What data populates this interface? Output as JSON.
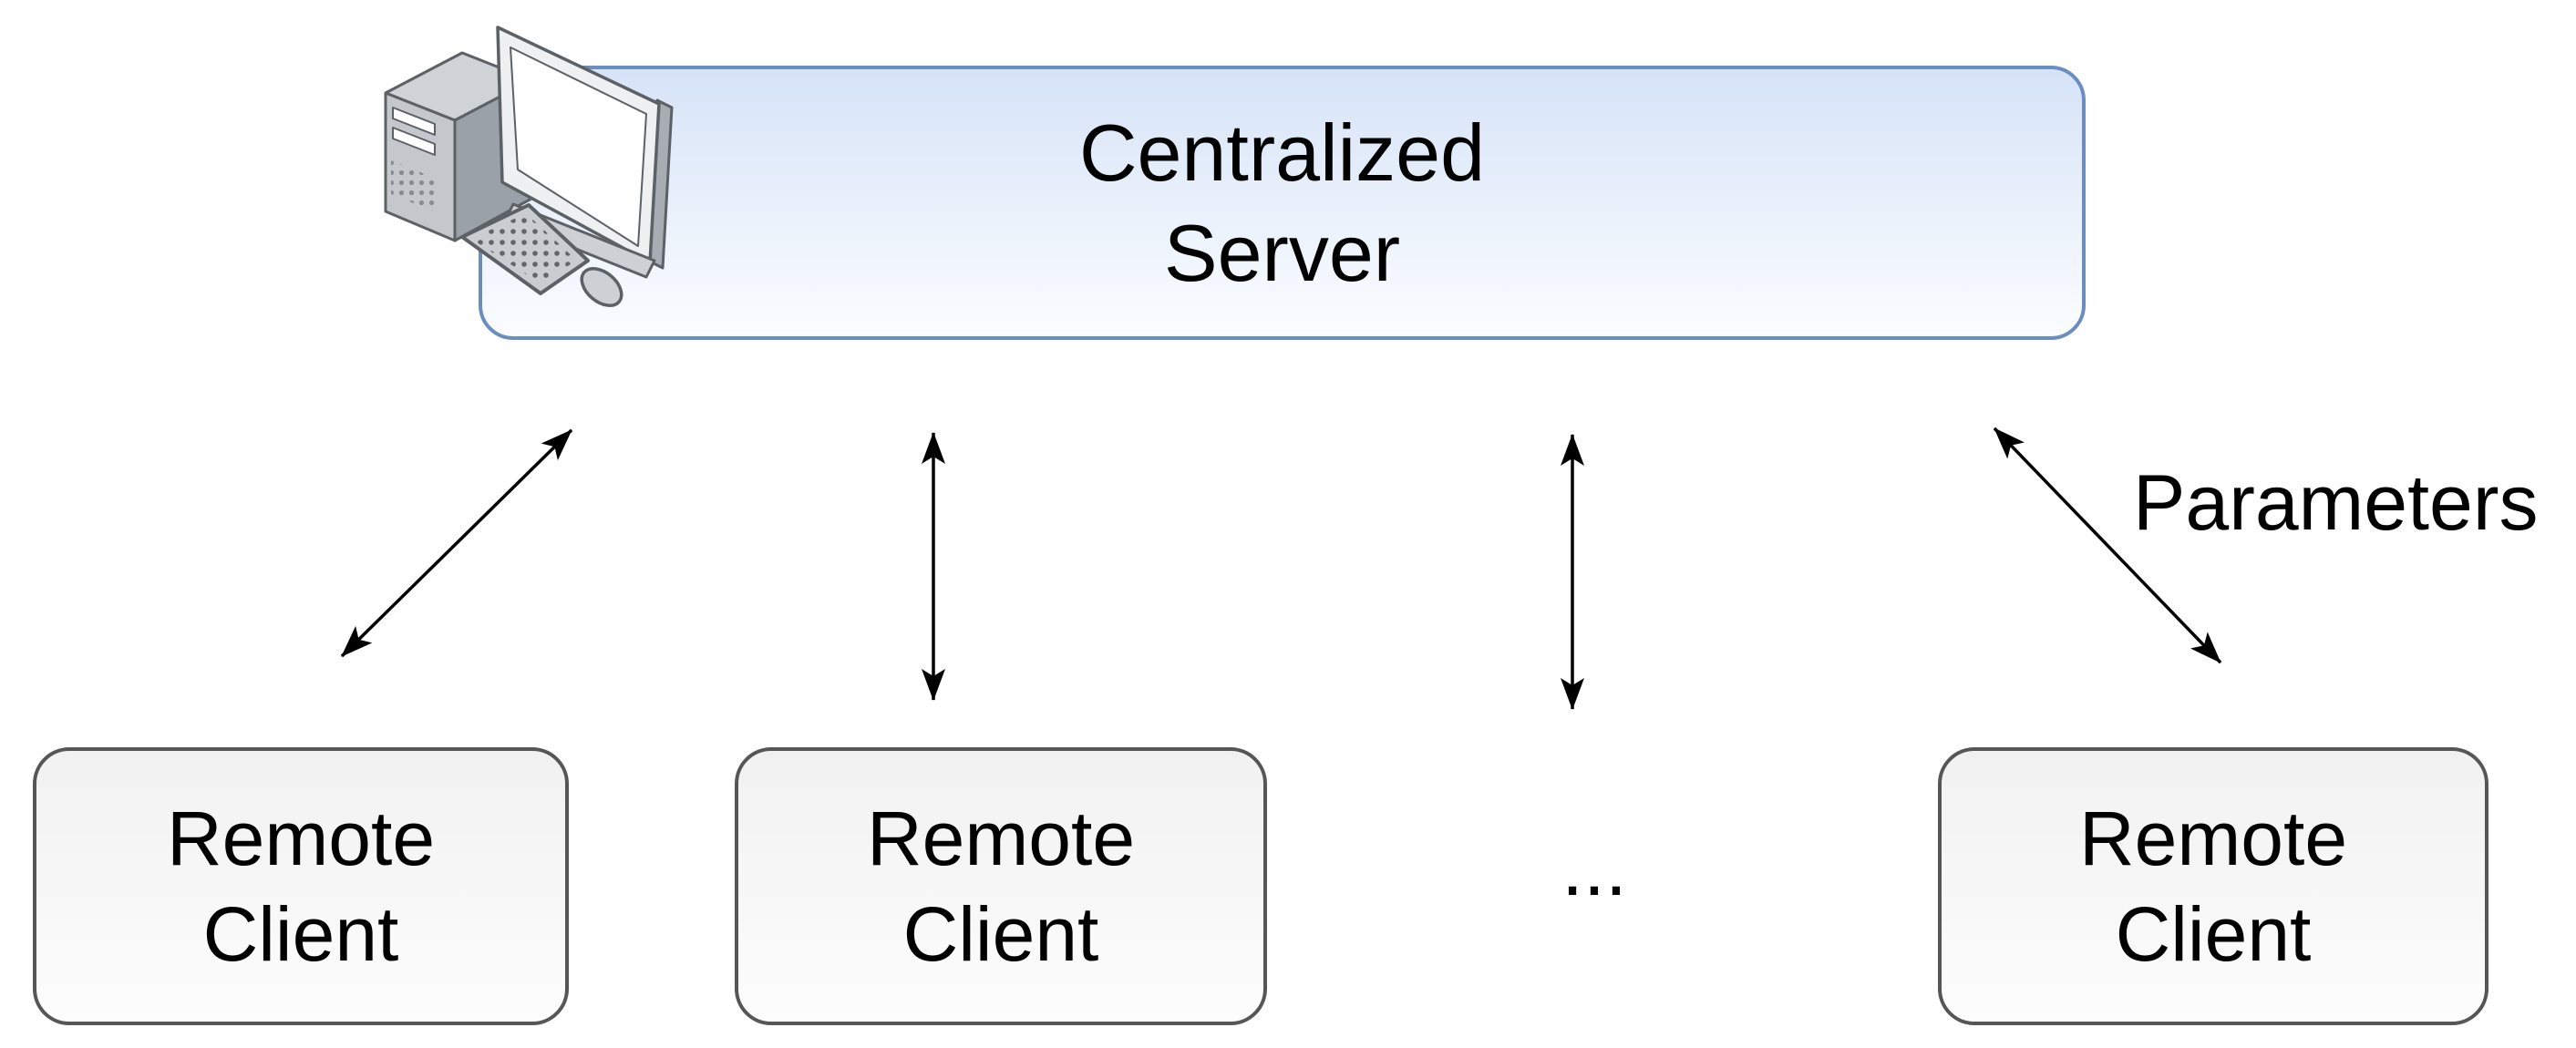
{
  "diagram": {
    "server": {
      "label": "Centralized\nServer"
    },
    "clients": [
      {
        "label": "Remote\nClient"
      },
      {
        "label": "Remote\nClient"
      },
      {
        "label": "Remote\nClient"
      }
    ],
    "ellipsis": "...",
    "edge_label": "Parameters",
    "icons": {
      "server_icon": "desktop-computer-icon"
    }
  },
  "colors": {
    "server_border": "#6c8ebf",
    "server_fill_top": "#d6e3f7",
    "server_fill_bottom": "#fbfdff",
    "client_border": "#565656",
    "client_fill_top": "#f1f1f2",
    "client_fill_bottom": "#fdfdfd",
    "text_color": "#000000",
    "arrow_color": "#000000",
    "background": "#ffffff"
  }
}
